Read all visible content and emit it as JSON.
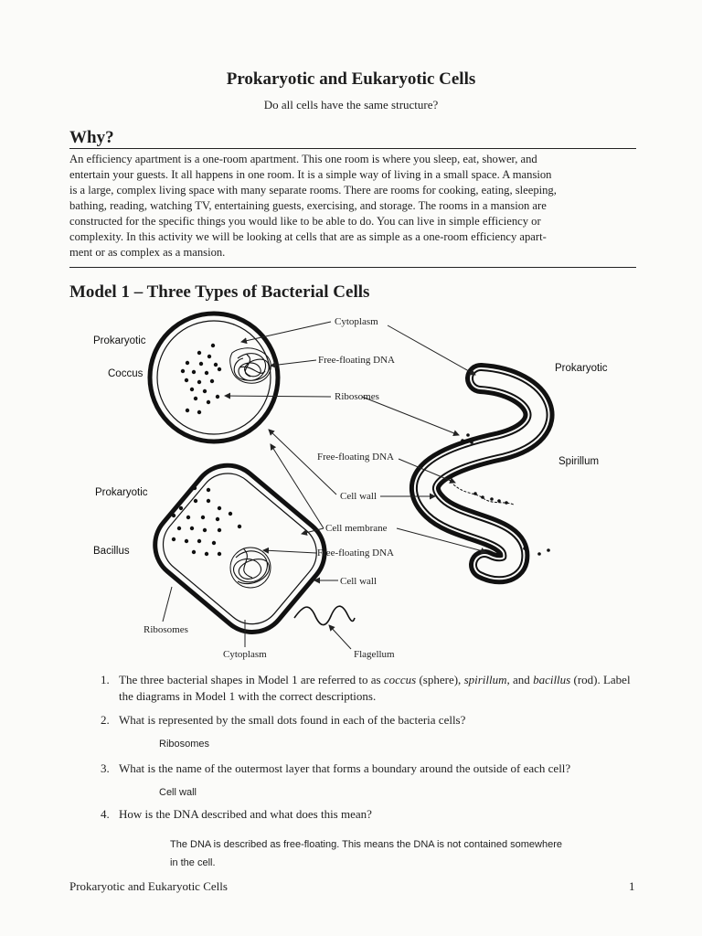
{
  "header": {
    "title": "Prokaryotic and Eukaryotic Cells",
    "subtitle": "Do all cells have the same structure?"
  },
  "why": {
    "heading": "Why?",
    "lines": [
      "An efficiency apartment is a one-room apartment. This one room is where you sleep, eat, shower, and",
      "entertain your guests. It all happens in one room. It is a simple way of living in a small space. A mansion",
      "is a large, complex living space with many separate rooms. There are rooms for cooking, eating, sleeping,",
      "bathing, reading, watching TV, entertaining guests, exercising, and storage. The rooms in a mansion are",
      "constructed for the specific things you would like to be able to do. You can live in simple efficiency or",
      "complexity. In this activity we will be looking at cells that are as simple as a one-room efficiency apart-",
      "ment or as complex as a mansion."
    ]
  },
  "model1": {
    "heading": "Model 1 – Three Types of Bacterial Cells",
    "side_labels": {
      "coccus_type": "Prokaryotic",
      "coccus_shape": "Coccus",
      "bacillus_type": "Prokaryotic",
      "bacillus_shape": "Bacillus",
      "spirillum_type": "Prokaryotic",
      "spirillum_shape": "Spirillum"
    },
    "labels": {
      "cytoplasm_top": "Cytoplasm",
      "dna_1": "Free-floating DNA",
      "ribosomes_top": "Ribosomes",
      "dna_2": "Free-floating DNA",
      "cell_wall_1": "Cell wall",
      "cell_membrane": "Cell membrane",
      "dna_3": "Free-floating DNA",
      "cell_wall_2": "Cell wall",
      "ribosomes_bottom": "Ribosomes",
      "cytoplasm_bottom": "Cytoplasm",
      "flagellum": "Flagellum"
    }
  },
  "questions": [
    {
      "num": "1.",
      "text": "The three bacterial shapes in Model 1 are referred to as coccus (sphere), spirillum, and bacillus (rod). Label the diagrams in Model 1 with the correct descriptions.",
      "answer": ""
    },
    {
      "num": "2.",
      "text": "What is represented by the small dots found in each of the bacteria cells?",
      "answer": "Ribosomes"
    },
    {
      "num": "3.",
      "text": "What is the name of the outermost layer that forms a boundary around the outside of each cell?",
      "answer": "Cell wall"
    },
    {
      "num": "4.",
      "text": "How is the DNA described and what does this mean?",
      "answer_lines": [
        "The DNA is described as free-floating. This means the DNA is not contained somewhere",
        "in the cell."
      ]
    }
  ],
  "footer": {
    "left": "Prokaryotic and Eukaryotic Cells",
    "page": "1"
  }
}
